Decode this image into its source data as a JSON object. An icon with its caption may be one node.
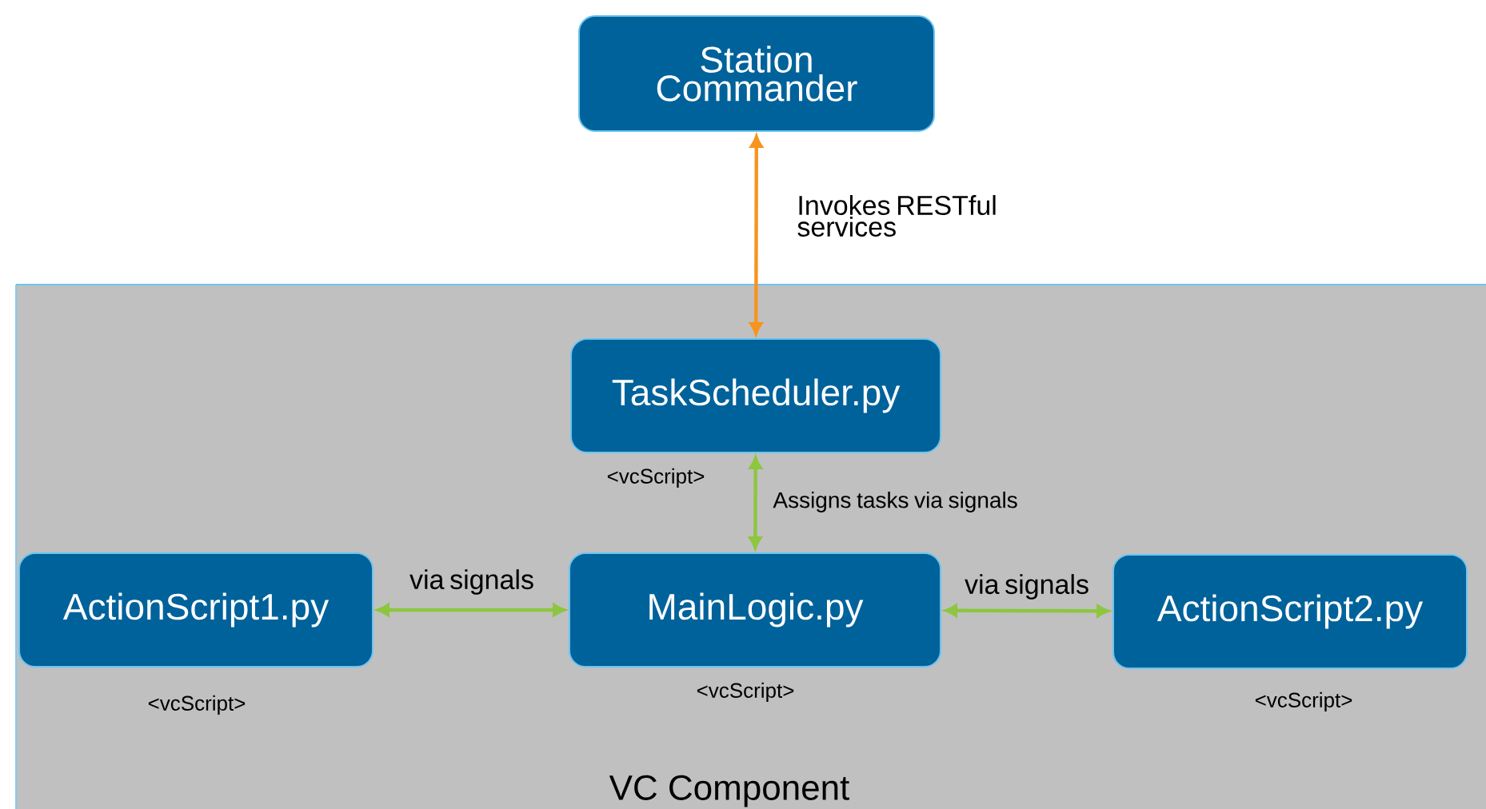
{
  "diagram": {
    "nodes": [
      {
        "text": [
          "Station Commander"
        ]
      },
      {
        "text": [
          "VC Component"
        ]
      },
      {
        "text": [
          "TaskScheduler.py"
        ],
        "in": 1,
        "beside": [
          "<vcScript>"
        ]
      },
      {
        "text": [
          "ActionScript1.py"
        ],
        "in": 1,
        "beside": [
          "<vcScript>"
        ]
      },
      {
        "text": [
          "MainLogic.py"
        ],
        "in": 1,
        "beside": [
          "<vcScript>"
        ]
      },
      {
        "text": [
          "ActionScript2.py"
        ],
        "in": 1,
        "beside": [
          "<vcScript>"
        ]
      }
    ],
    "edges": [
      {
        "from": 0,
        "to": 2,
        "arrow": "both",
        "label": "Invokes RESTful services",
        "color": "#f7941d"
      },
      {
        "from": 2,
        "to": 4,
        "arrow": "both",
        "label": "Assigns tasks via signals"
      },
      {
        "from": 3,
        "to": 4,
        "arrow": "both",
        "label": "via signals"
      },
      {
        "from": 4,
        "to": 5,
        "arrow": "both",
        "label": "via signals"
      }
    ]
  }
}
